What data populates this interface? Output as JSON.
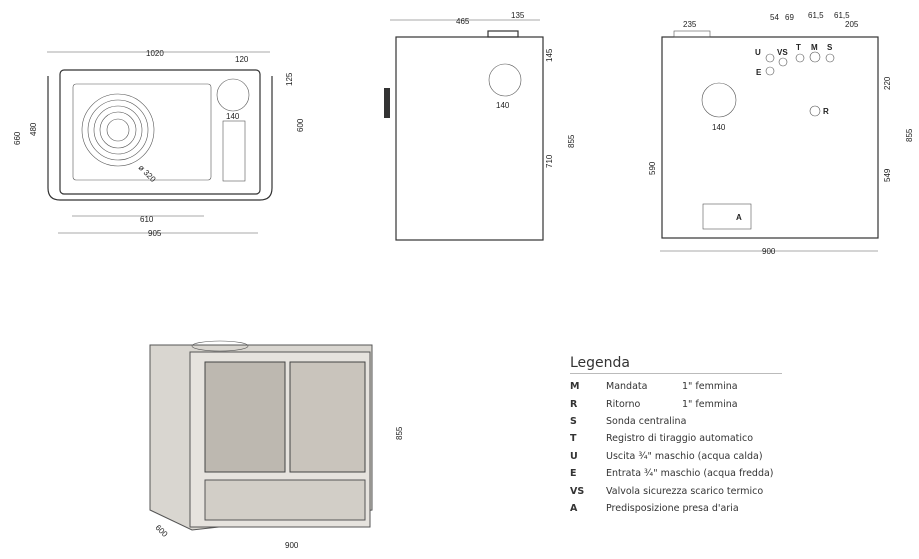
{
  "top_view": {
    "width_total": "1020",
    "width_body": "905",
    "width_hob": "610",
    "depth_total": "660",
    "depth_hob": "480",
    "depth_body": "600",
    "flue_offset_x": "120",
    "flue_offset_y": "125",
    "flue_diameter": "140",
    "ring_diameter": "ø 320"
  },
  "side_view": {
    "depth": "465",
    "flue_offset": "135",
    "flue_offset_top": "145",
    "flue_diameter": "140",
    "flue_height": "710",
    "height": "855"
  },
  "back_view": {
    "offset_235": "235",
    "d54": "54",
    "d69": "69",
    "d61a": "61,5",
    "d61b": "61,5",
    "d205": "205",
    "d220": "220",
    "height": "855",
    "h590": "590",
    "h549": "549",
    "flue_diameter": "140",
    "width": "900",
    "labels": {
      "U": "U",
      "VS": "VS",
      "T": "T",
      "M": "M",
      "S": "S",
      "E": "E",
      "R": "R",
      "A": "A"
    }
  },
  "perspective": {
    "height": "855",
    "width": "900",
    "depth": "600"
  },
  "legend": {
    "title": "Legenda",
    "items": [
      {
        "code": "M",
        "desc": "Mandata",
        "spec": "1\" femmina"
      },
      {
        "code": "R",
        "desc": "Ritorno",
        "spec": "1\" femmina"
      },
      {
        "code": "S",
        "desc": "Sonda centralina",
        "spec": ""
      },
      {
        "code": "T",
        "desc": "Registro di tiraggio automatico",
        "spec": ""
      },
      {
        "code": "U",
        "desc": "Uscita ¾\" maschio (acqua calda)",
        "spec": ""
      },
      {
        "code": "E",
        "desc": "Entrata ¾\" maschio (acqua fredda)",
        "spec": ""
      },
      {
        "code": "VS",
        "desc": "Valvola sicurezza scarico termico",
        "spec": ""
      },
      {
        "code": "A",
        "desc": "Predisposizione presa d'aria",
        "spec": ""
      }
    ]
  }
}
